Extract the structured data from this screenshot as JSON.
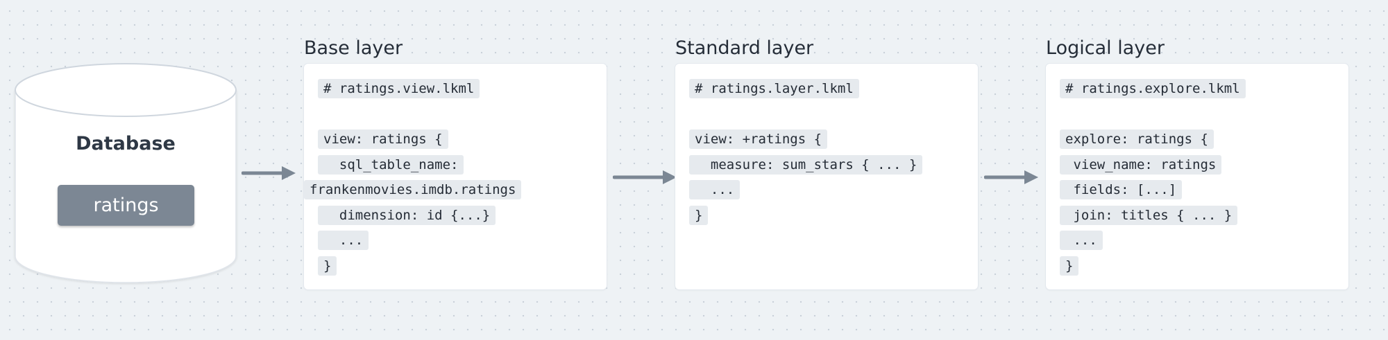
{
  "colors": {
    "background": "#eef2f5",
    "grid_dots": "#c9d1d9",
    "card": "#ffffff",
    "code_chip": "#e6eaee",
    "table_pill": "#7c8794",
    "arrow": "#7b8794"
  },
  "database": {
    "label": "Database",
    "table": "ratings"
  },
  "layers": [
    {
      "title": "Base layer",
      "lines": [
        "# ratings.view.lkml",
        "",
        "view: ratings {",
        "  sql_table_name:",
        "frankenmovies.imdb.ratings",
        "  dimension: id {...}",
        "  ...",
        "}"
      ]
    },
    {
      "title": "Standard layer",
      "lines": [
        "# ratings.layer.lkml",
        "",
        "view: +ratings {",
        "  measure: sum_stars { ... }",
        "  ...",
        "}"
      ]
    },
    {
      "title": "Logical layer",
      "lines": [
        "# ratings.explore.lkml",
        "",
        "explore: ratings {",
        " view_name: ratings",
        " fields: [...]",
        " join: titles { ... }",
        " ...",
        "}"
      ]
    }
  ]
}
